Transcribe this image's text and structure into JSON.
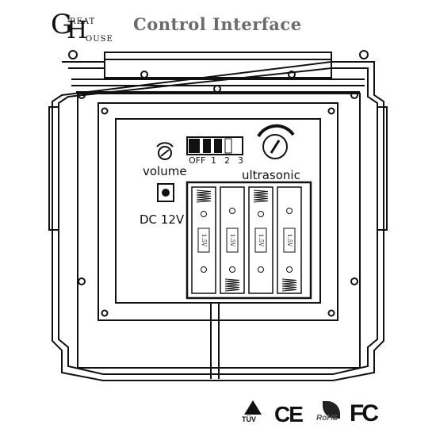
{
  "logo": {
    "g": "G",
    "reat": "REAT",
    "h": "H",
    "ouse": "OUSE"
  },
  "title": "Control Interface",
  "labels": {
    "volume": "volume",
    "ultrasonic": "ultrasonic",
    "dc": "DC 12V"
  },
  "switch_positions": [
    "OFF",
    "1",
    "2",
    "3"
  ],
  "battery_label": "1.5V",
  "battery_count": 4,
  "certifications": {
    "tuv": "TÜV",
    "ce": "CE",
    "rohs": "RoHS",
    "fc": "FC"
  }
}
